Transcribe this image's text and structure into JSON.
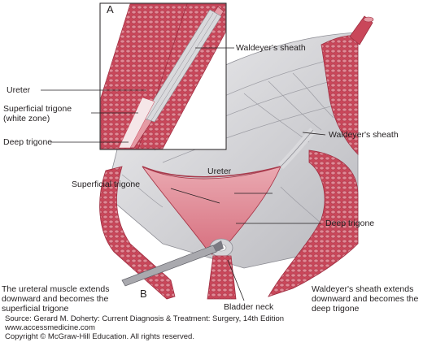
{
  "figure": {
    "panel_a": "A",
    "panel_b": "B",
    "inset_labels": {
      "ureter": "Ureter",
      "superficial_trigone_line1": "Superficial trigone",
      "superficial_trigone_line2": "(white zone)",
      "deep_trigone": "Deep trigone",
      "waldeyers_sheath": "Waldeyer's sheath"
    },
    "main_labels": {
      "waldeyers_sheath": "Waldeyer's sheath",
      "ureter": "Ureter",
      "superficial_trigone": "Superficial trigone",
      "deep_trigone": "Deep trigone",
      "bladder_neck": "Bladder neck"
    },
    "captions": {
      "left_line1": "The ureteral muscle extends",
      "left_line2": "downward and becomes the",
      "left_line3": "superficial trigone",
      "right_line1": "Waldeyer's sheath extends",
      "right_line2": "downward and becomes the",
      "right_line3": "deep trigone"
    }
  },
  "source": {
    "line1": "Source: Gerard M. Doherty: Current Diagnosis & Treatment: Surgery, 14th Edition",
    "line2": "www.accessmedicine.com",
    "line3": "Copyright © McGraw-Hill Education. All rights reserved."
  },
  "colors": {
    "muscle": "#c9475a",
    "muscle_light": "#e59aa4",
    "muscle_dark": "#9e2d40",
    "sheath_gray": "#d9d9dc",
    "sheath_dark": "#8c8c93",
    "leader": "#231f20"
  }
}
